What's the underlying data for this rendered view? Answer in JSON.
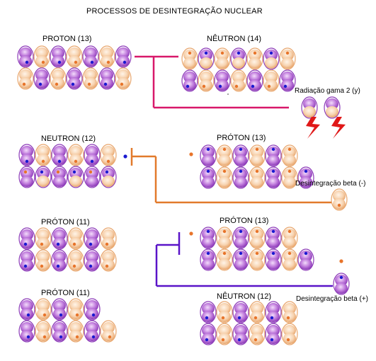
{
  "title": "PROCESSOS DE DESINTEGRAÇÃO NUCLEAR",
  "colors": {
    "purple_dark": "#7a1fa0",
    "purple_light": "#d9a3ee",
    "peach_dark": "#e8a66d",
    "peach_light": "#fbe0c4",
    "line_pink": "#d8186a",
    "line_orange": "#e27a2c",
    "line_violet": "#5a14c8",
    "dot_blue": "#1a1ad0",
    "dot_orange": "#e8742a",
    "lightning_red": "#e01818"
  },
  "labels": {
    "proton_13": "PROTON (13)",
    "neutron_14": "NÊUTRON (14)",
    "gamma": "Radiação gama 2 (y)",
    "neutron_12": "NEUTRON (12)",
    "proton_13b": "PRÓTON (13)",
    "beta_minus": "Desintegração beta (-)",
    "proton_11a": "PRÓTON (11)",
    "proton_13c": "PRÓTON (13)",
    "proton_11b": "PRÓTON (11)",
    "neutron_12b": "NÊUTRON (12)",
    "beta_plus": "Desintegração beta (+)"
  },
  "icons": {
    "lightning": "lightning-icon"
  }
}
